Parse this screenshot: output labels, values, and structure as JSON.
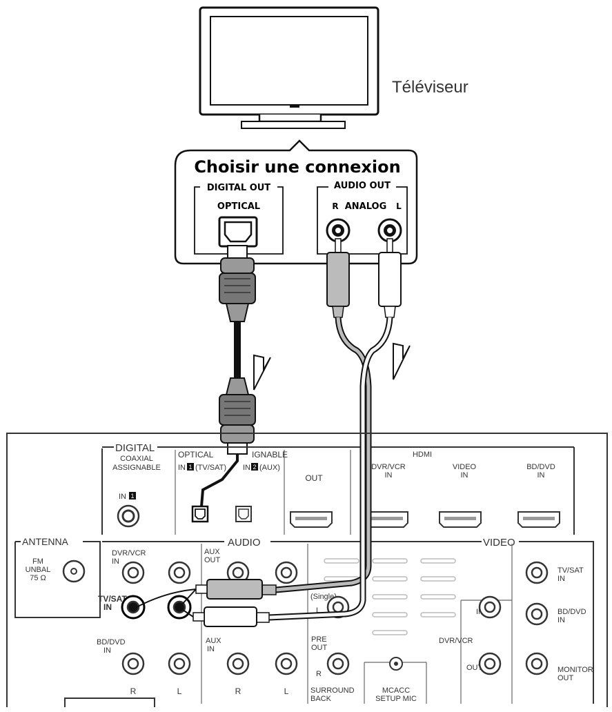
{
  "tv": {
    "label": "Téléviseur"
  },
  "callout": {
    "title": "Choisir une connexion",
    "digital_out": "DIGITAL OUT",
    "optical": "OPTICAL",
    "audio_out": "AUDIO OUT",
    "r": "R",
    "analog": "ANALOG",
    "l": "L"
  },
  "receiver": {
    "digital": "DIGITAL",
    "coaxial": "COAXIAL",
    "assignable": "ASSIGNABLE",
    "coax_in": "IN",
    "coax_in_num": "1",
    "optical": "OPTICAL",
    "assignable_partial": "IGNABLE",
    "opt_in1": "IN",
    "opt_in1_num": "1",
    "opt_in1_name": "(TV/SAT)",
    "opt_in2": "IN",
    "opt_in2_num": "2",
    "opt_in2_name": "(AUX)",
    "hdmi": "HDMI",
    "hdmi_out": "OUT",
    "dvr_vcr_in_1": "DVR/VCR",
    "dvr_vcr_in_2": "IN",
    "video_in_1": "VIDEO",
    "video_in_2": "IN",
    "bd_dvd_in_1": "BD/DVD",
    "bd_dvd_in_2": "IN",
    "antenna": "ANTENNA",
    "fm": "FM",
    "unbal": "UNBAL",
    "ohm": "75 Ω",
    "audio": "AUDIO",
    "video": "VIDEO",
    "a_dvr_1": "DVR/VCR",
    "a_dvr_2": "IN",
    "aux_out_1": "AUX",
    "aux_out_2": "OUT",
    "tvsat_1": "TV/SAT",
    "tvsat_2": "IN",
    "a_bd_1": "BD/DVD",
    "a_bd_2": "IN",
    "aux_in_1": "AUX",
    "aux_in_2": "IN",
    "r1": "R",
    "l1": "L",
    "r2": "R",
    "l2": "L",
    "single": "(Single)",
    "pre_l": "L",
    "pre_1": "PRE",
    "pre_2": "OUT",
    "sb_r": "R",
    "surround": "SURROUND",
    "back": "BACK",
    "mcacc_1": "MCACC",
    "mcacc_2": "SETUP MIC",
    "v_in": "IN",
    "v_dvr": "DVR/VCR",
    "v_out": "OUT",
    "v_tvsat_1": "TV/SAT",
    "v_tvsat_2": "IN",
    "v_bd_1": "BD/DVD",
    "v_bd_2": "IN",
    "monitor_1": "MONITOR",
    "monitor_2": "OUT"
  }
}
